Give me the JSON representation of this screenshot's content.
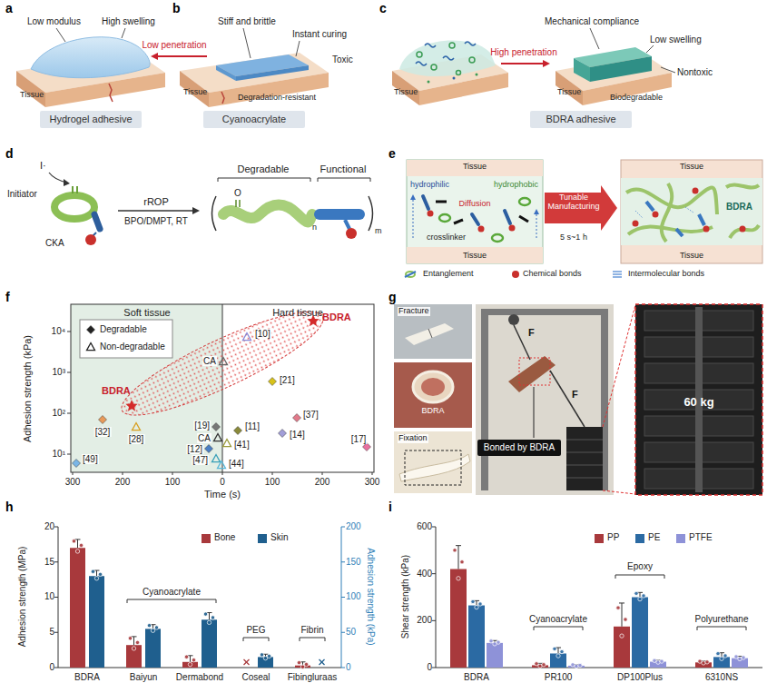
{
  "diagram": {
    "nodes": [
      {
        "text": [
          "Hydrogel adhesive"
        ]
      },
      {
        "text": [
          "Cyanoacrylate"
        ]
      },
      {
        "text": [
          "BDRA adhesive"
        ]
      },
      {
        "text": [
          "Bonded by BDRA"
        ]
      }
    ],
    "labels": [
      "a",
      "b",
      "c",
      "d",
      "e",
      "f",
      "g",
      "h",
      "i",
      "Low modulus",
      "High swelling",
      "Tissue",
      "Low penetration",
      "Stiff and brittle",
      "Instant curing",
      "Toxic",
      "Tissue",
      "Degradation-resistant",
      "High penetration",
      "Mechanical compliance",
      "Low swelling",
      "Tissue",
      "Tissue",
      "Nontoxic",
      "Biodegradable",
      "I·",
      "Initiator",
      "CKA",
      "rROP",
      "BPO/DMPT, RT",
      "Degradable",
      "Functional",
      "O",
      "n",
      "m",
      "Tissue",
      "hydrophilic",
      "hydrophobic",
      "Diffusion",
      "crosslinker",
      "Tissue",
      "Tunable Manufacturing",
      "5 s~1 h",
      "Tissue",
      "BDRA",
      "Tissue",
      "Soft tissue",
      "Hard tissue",
      "Adhesion strength (kPa)",
      "10⁴",
      "10³",
      "10²",
      "10¹",
      "300",
      "200",
      "100",
      "0",
      "100",
      "200",
      "300",
      "Time (s)",
      "BDRA",
      "BDRA",
      "CA",
      "CA",
      "[10]",
      "[21]",
      "[32]",
      "[28]",
      "[19]",
      "[11]",
      "[41]",
      "[37]",
      "[12]",
      "[14]",
      "[47]",
      "[44]",
      "[17]",
      "[49]",
      "Fracture",
      "BDRA",
      "Fixation",
      "F",
      "F",
      "60 kg",
      "Adhesion strength (MPa)",
      "Adhesion strength (kPa)",
      "0",
      "5",
      "10",
      "15",
      "20",
      "0",
      "50",
      "100",
      "150",
      "200",
      "BDRA",
      "Baiyun",
      "Dermabond",
      "Coseal",
      "Fibingluraas",
      "Cyanoacrylate",
      "PEG",
      "Fibrin",
      "Shear strength (kPa)",
      "0",
      "200",
      "400",
      "600",
      "BDRA",
      "PR100",
      "DP100Plus",
      "6310NS",
      "Cyanoacrylate",
      "Epoxy",
      "Polyurethane"
    ],
    "legend": [
      {
        "text": "Entanglement"
      },
      {
        "text": "Chemical bonds"
      },
      {
        "text": "Intermolecular bonds"
      },
      {
        "text": "Degradable"
      },
      {
        "text": "Non-degradable"
      },
      {
        "text": "Bone",
        "color": "#a8393c"
      },
      {
        "text": "Skin",
        "color": "#1f5f8e"
      },
      {
        "text": "PP",
        "color": "#a8393c"
      },
      {
        "text": "PE",
        "color": "#2b6aa3"
      },
      {
        "text": "PTFE",
        "color": "#8e92d8"
      }
    ]
  }
}
